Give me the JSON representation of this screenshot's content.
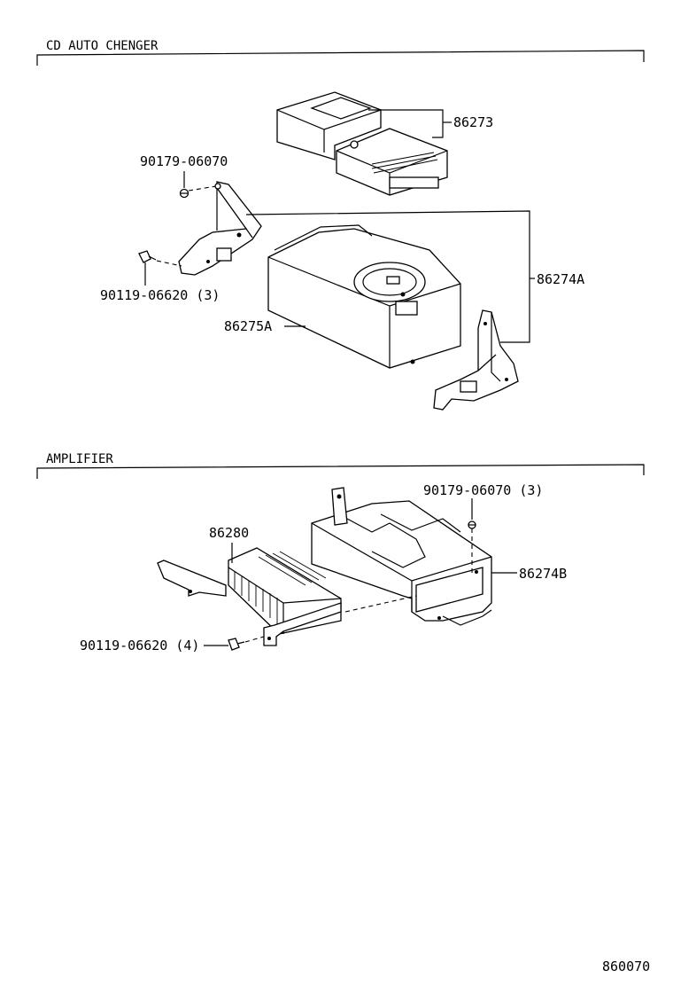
{
  "sections": {
    "cd_changer": {
      "title": "CD AUTO CHENGER"
    },
    "amplifier": {
      "title": "AMPLIFIER"
    }
  },
  "callouts": {
    "p86273": "86273",
    "p90179_06070_top": "90179-06070",
    "p90119_06620_3": "90119-06620 (3)",
    "p86274A": "86274A",
    "p86275A": "86275A",
    "p86280": "86280",
    "p90179_06070_3": "90179-06070 (3)",
    "p86274B": "86274B",
    "p90119_06620_4": "90119-06620 (4)"
  },
  "diagram_code": "860070"
}
